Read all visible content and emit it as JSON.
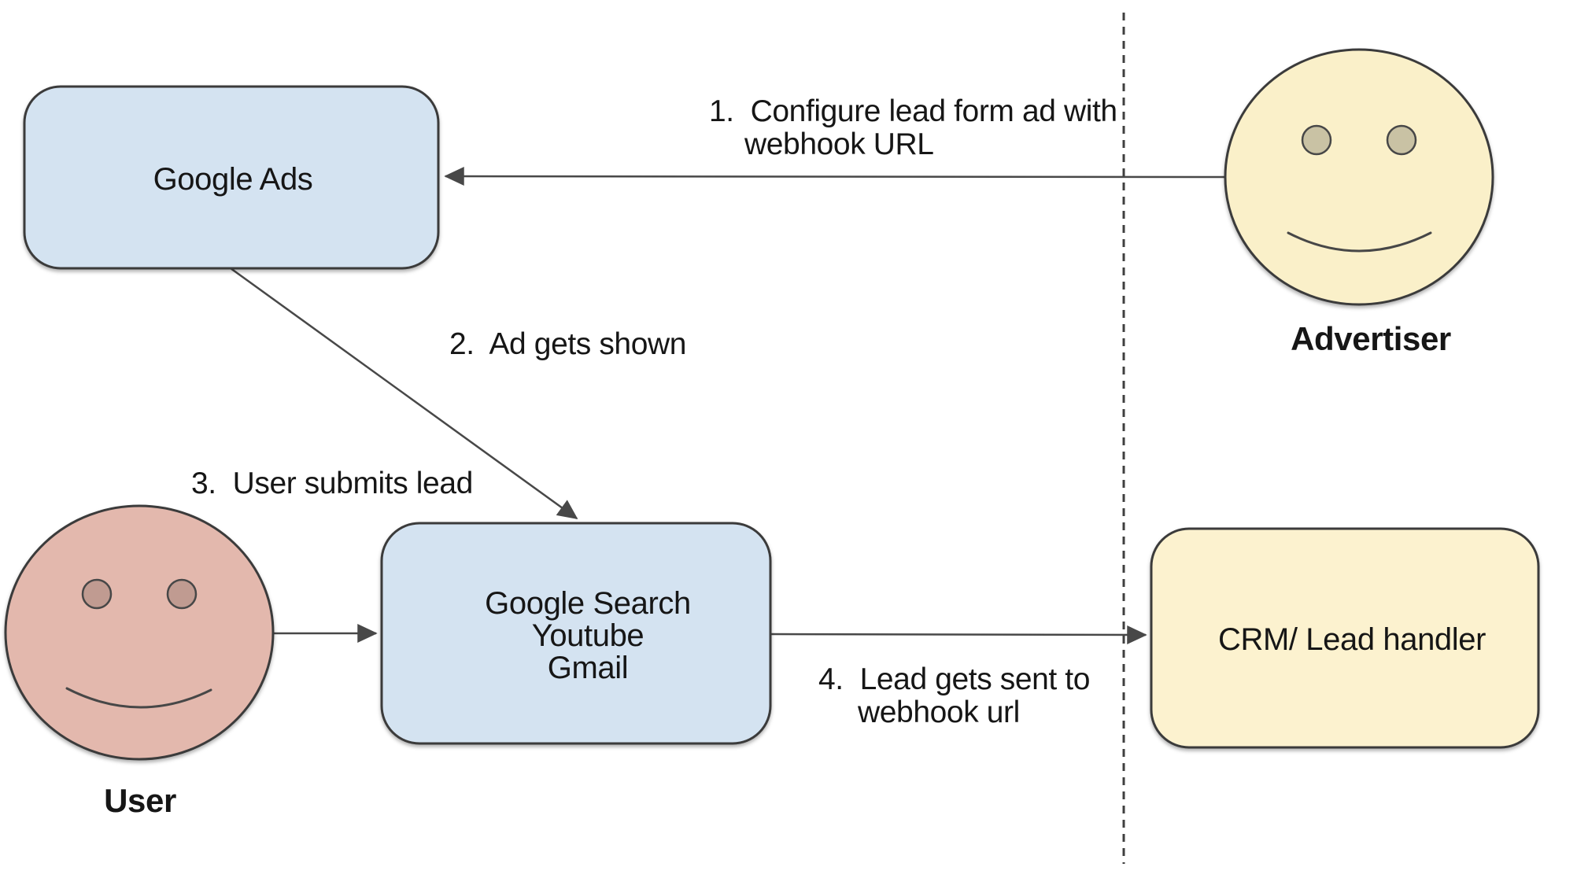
{
  "colors": {
    "node_blue": "#d4e3f1",
    "node_yellow": "#fcf2cf",
    "face_yellow": "#faf0c9",
    "face_pink": "#e3b8ad",
    "eye_pink": "#c09b91",
    "eye_tan": "#c9c2a4",
    "line": "#484848",
    "text": "#161616"
  },
  "nodes": {
    "google_ads": {
      "label": "Google Ads"
    },
    "google_surfaces": {
      "line1": "Google Search",
      "line2": "Youtube",
      "line3": "Gmail"
    },
    "crm": {
      "label": "CRM/ Lead handler"
    }
  },
  "actors": {
    "advertiser": {
      "label": "Advertiser"
    },
    "user": {
      "label": "User"
    }
  },
  "steps": {
    "step1": {
      "line1": "1.  Configure lead form ad with",
      "line2": "webhook URL"
    },
    "step2": {
      "label": "2.  Ad gets shown"
    },
    "step3": {
      "label": "3.  User submits lead"
    },
    "step4": {
      "line1": "4.  Lead gets sent to",
      "line2": "webhook url"
    }
  }
}
